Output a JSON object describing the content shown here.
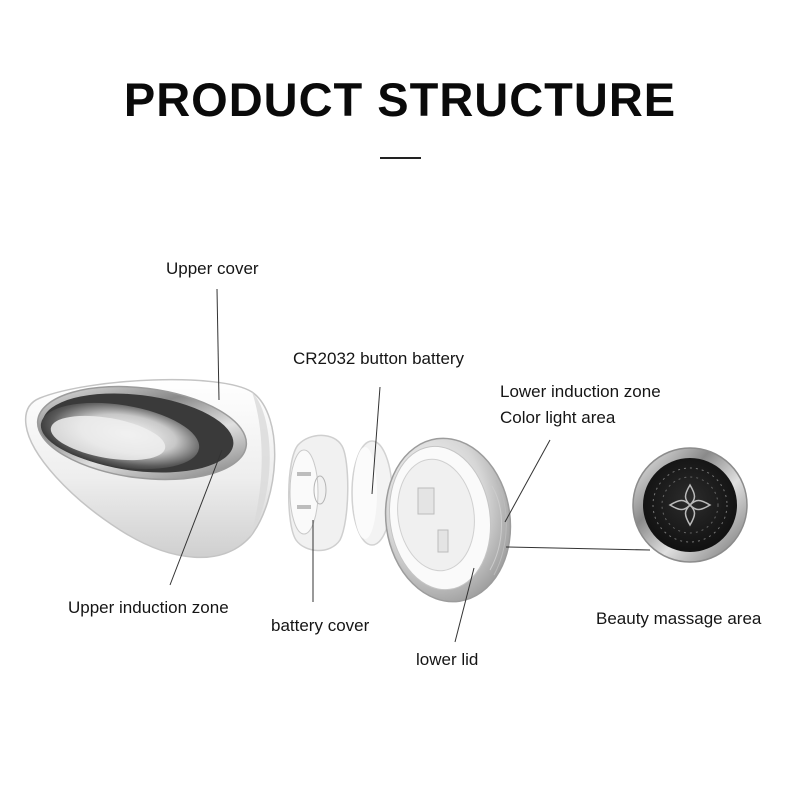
{
  "header": {
    "title": "PRODUCT STRUCTURE"
  },
  "labels": {
    "upper_cover": "Upper cover",
    "battery": "CR2032 button battery",
    "lower_induction_zone": "Lower induction zone",
    "color_light_area": "Color light area",
    "upper_induction_zone": "Upper induction zone",
    "battery_cover": "battery cover",
    "lower_lid": "lower lid",
    "beauty_massage_area": "Beauty massage area"
  },
  "colors": {
    "body_white": "#f2f2f2",
    "chrome": "#a7a7a7",
    "dark_face": "#1c1c1c",
    "leader_line": "#333333"
  }
}
